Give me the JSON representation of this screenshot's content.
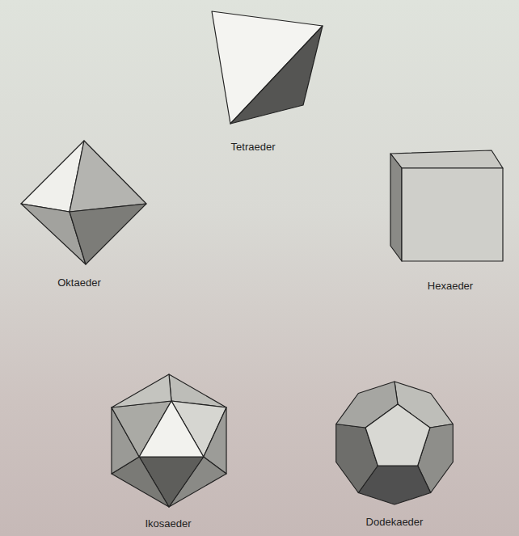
{
  "diagram": {
    "labels": [
      "Tetraeder",
      "Oktaeder",
      "Hexaeder",
      "Ikosaeder",
      "Dodekaeder"
    ]
  }
}
